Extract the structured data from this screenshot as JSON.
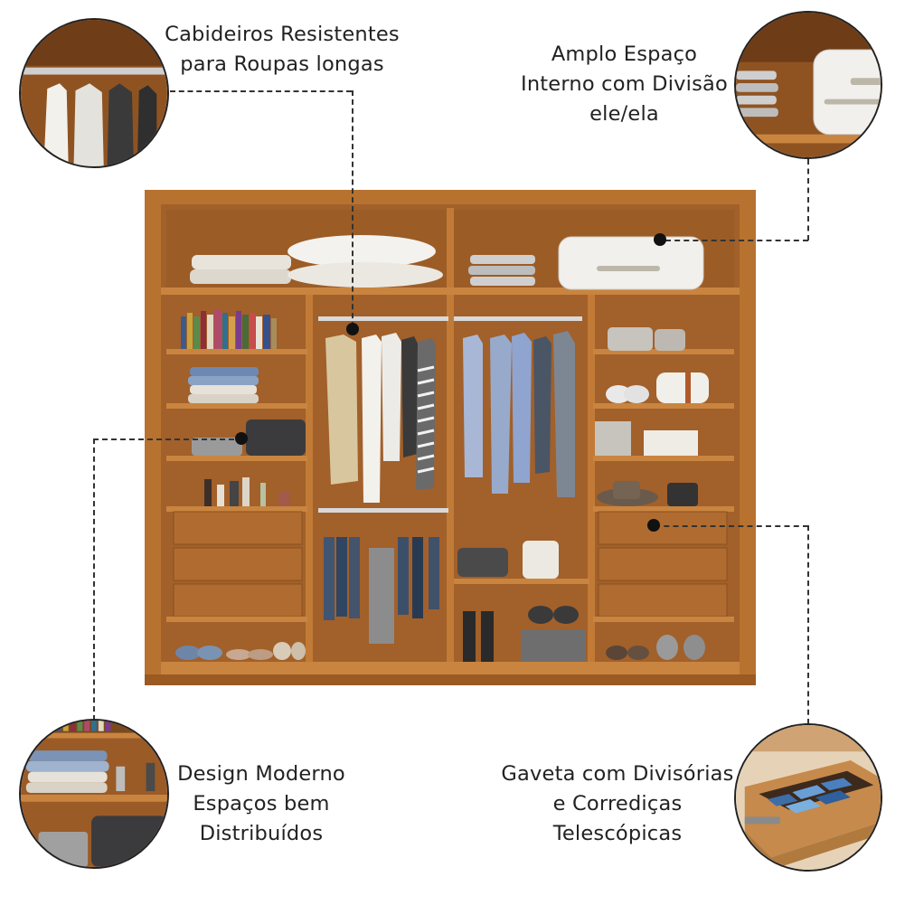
{
  "callouts": {
    "hangers": {
      "lines": [
        "Cabideiros Resistentes",
        "para Roupas longas"
      ]
    },
    "space": {
      "lines": [
        "Amplo Espaço",
        "Interno com Divisão",
        "ele/ela"
      ]
    },
    "design": {
      "lines": [
        "Design Moderno",
        "Espaços bem",
        "Distribuídos"
      ]
    },
    "drawer": {
      "lines": [
        "Gaveta com Divisórias",
        "e Corrediças",
        "Telescópicas"
      ]
    }
  },
  "colors": {
    "wood": "#b8722f",
    "wood_dark": "#8f5420",
    "wood_light": "#cf8a44",
    "interior": "#a9652a",
    "leader": "#333333"
  }
}
